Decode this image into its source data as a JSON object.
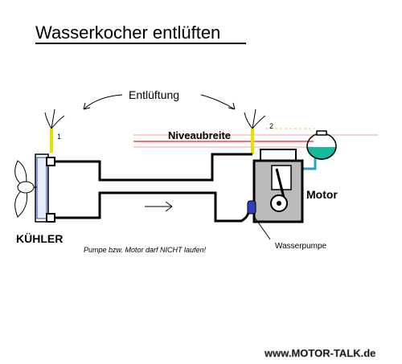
{
  "title": "Wasserkocher entlüften",
  "labels": {
    "venting": "Entlüftung",
    "level": "Niveaubreite",
    "point1": "1",
    "point2": "2",
    "motor": "Motor",
    "radiator": "KÜHLER",
    "pump": "Wasserpumpe",
    "warning": "Pumpe bzw. Motor darf NICHT laufen!",
    "watermark": "www.MOTOR-TALK.de"
  },
  "colors": {
    "pipe": "#000000",
    "vent_tube": "#e8e000",
    "level_line": "#ff4040",
    "level_text": "#cc2020",
    "guide_line": "#e8e080",
    "reservoir_fill": "#14b89a",
    "reservoir_tube": "#2aa0c0",
    "pump_wheel": "#2f3fbf",
    "engine_block": "#bbbbbb"
  }
}
